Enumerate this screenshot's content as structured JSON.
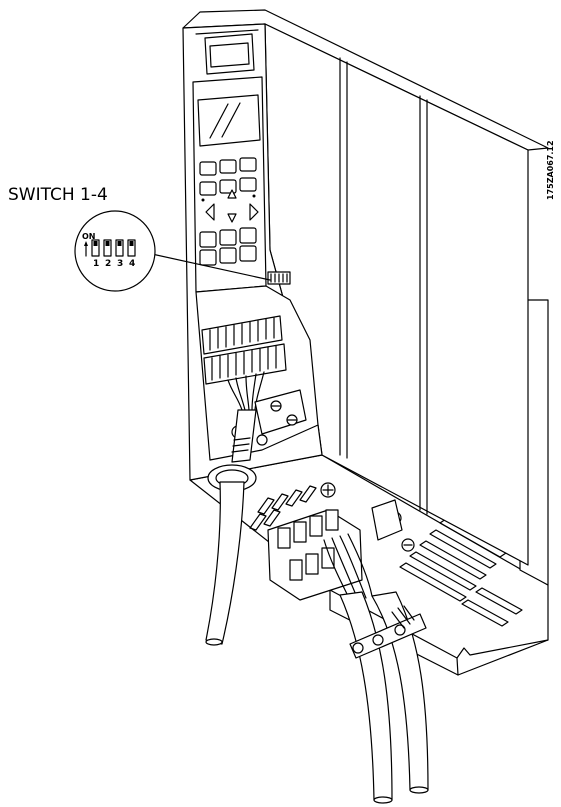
{
  "callout": {
    "title": "SWITCH 1-4",
    "on_label": "ON",
    "switch_numbers": [
      "1",
      "2",
      "3",
      "4"
    ]
  },
  "code": "175ZA067.12",
  "icons": {
    "drive": "frequency-converter-icon",
    "dip": "dip-switch-icon",
    "cable": "cable-icon"
  }
}
